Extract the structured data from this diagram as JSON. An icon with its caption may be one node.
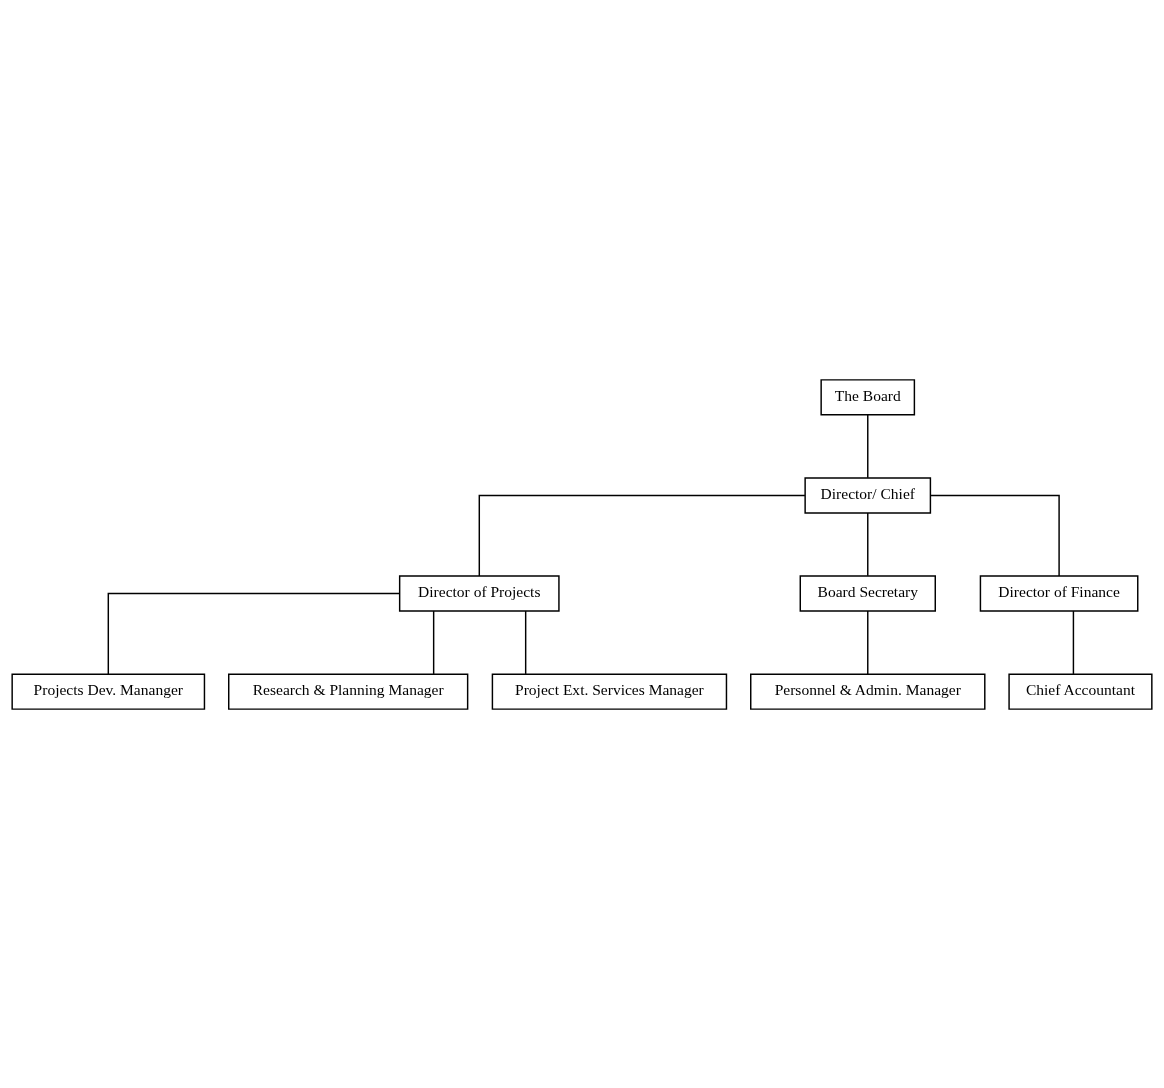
{
  "diagram": {
    "nodes": [
      {
        "text": [
          "The Board"
        ]
      },
      {
        "text": [
          "Director/ Chief"
        ]
      },
      {
        "text": [
          "Director of Projects"
        ]
      },
      {
        "text": [
          "Board Secretary"
        ]
      },
      {
        "text": [
          "Director of Finance"
        ]
      },
      {
        "text": [
          "Projects Dev. Mananger"
        ]
      },
      {
        "text": [
          "Research & Planning Manager"
        ]
      },
      {
        "text": [
          "Project Ext. Services Manager"
        ]
      },
      {
        "text": [
          "Personnel & Admin. Manager"
        ]
      },
      {
        "text": [
          "Chief Accountant"
        ]
      }
    ],
    "edges": [
      {
        "from": 0,
        "to": 1,
        "arrow": "none"
      },
      {
        "from": 1,
        "to": 2,
        "arrow": "none"
      },
      {
        "from": 1,
        "to": 3,
        "arrow": "none"
      },
      {
        "from": 1,
        "to": 4,
        "arrow": "none"
      },
      {
        "from": 2,
        "to": 5,
        "arrow": "none"
      },
      {
        "from": 2,
        "to": 6,
        "arrow": "none"
      },
      {
        "from": 2,
        "to": 7,
        "arrow": "none"
      },
      {
        "from": 3,
        "to": 8,
        "arrow": "none"
      },
      {
        "from": 4,
        "to": 9,
        "arrow": "none"
      }
    ]
  }
}
